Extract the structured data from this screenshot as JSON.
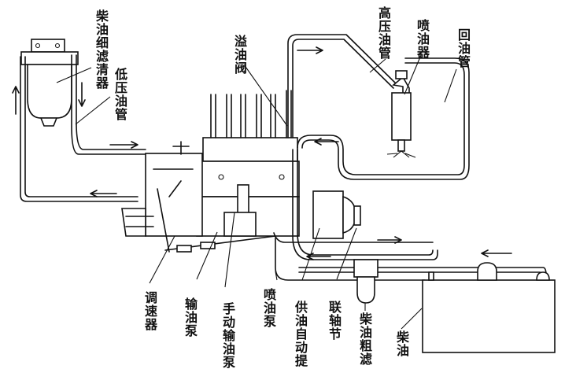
{
  "diagram": {
    "title": "柴油机燃油供给系统示意图",
    "labels": {
      "fine_filter": "柴油细滤清器",
      "low_pressure_pipe": "低压油管",
      "overflow_valve": "溢油阀",
      "high_pressure_pipe": "高压油管",
      "injector": "喷油器",
      "return_pipe": "回油管",
      "governor": "调速器",
      "transfer_pump": "输油泵",
      "hand_pump": "手动输油泵",
      "injection_pump": "喷油泵",
      "auto_advance": "供油自动提",
      "coupling": "联轴节",
      "coarse_filter": "柴油粗滤",
      "fuel_tank": "柴油"
    }
  }
}
